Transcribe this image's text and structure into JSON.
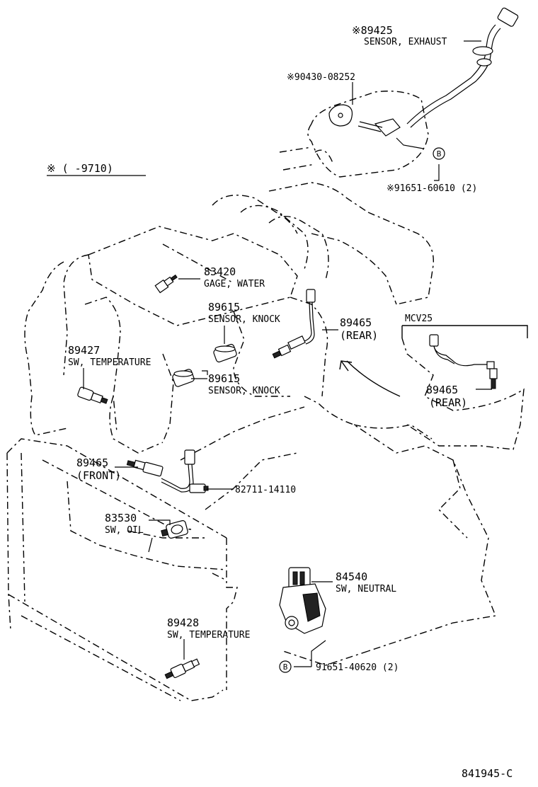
{
  "remark": "※ (     -9710)",
  "labels": {
    "p89425": {
      "num": "※89425",
      "desc": "SENSOR, EXHAUST"
    },
    "p90430": {
      "num": "※90430-08252"
    },
    "p91651a": {
      "num": "※91651-60610 (2)"
    },
    "p83420": {
      "num": "83420",
      "desc": "GAGE, WATER"
    },
    "p89615a": {
      "num": "89615",
      "desc": "SENSOR, KNOCK"
    },
    "p89465r": {
      "num": "89465",
      "desc": "(REAR)"
    },
    "p89427": {
      "num": "89427",
      "desc": "SW, TEMPERATURE"
    },
    "p89615b": {
      "num": "89615",
      "desc": "SENSOR, KNOCK"
    },
    "mcv": {
      "title": "MCV25",
      "num": "89465",
      "desc": "(REAR)"
    },
    "p89465f": {
      "num": "89465",
      "desc": "(FRONT)"
    },
    "p82711": {
      "num": "82711-14110"
    },
    "p83530": {
      "num": "83530",
      "desc": "SW, OIL"
    },
    "p84540": {
      "num": "84540",
      "desc": "SW, NEUTRAL"
    },
    "p89428": {
      "num": "89428",
      "desc": "SW, TEMPERATURE"
    },
    "p91651b": {
      "num": "91651-40620 (2)"
    }
  },
  "marker_b": "B",
  "diagram_id": "841945-C"
}
